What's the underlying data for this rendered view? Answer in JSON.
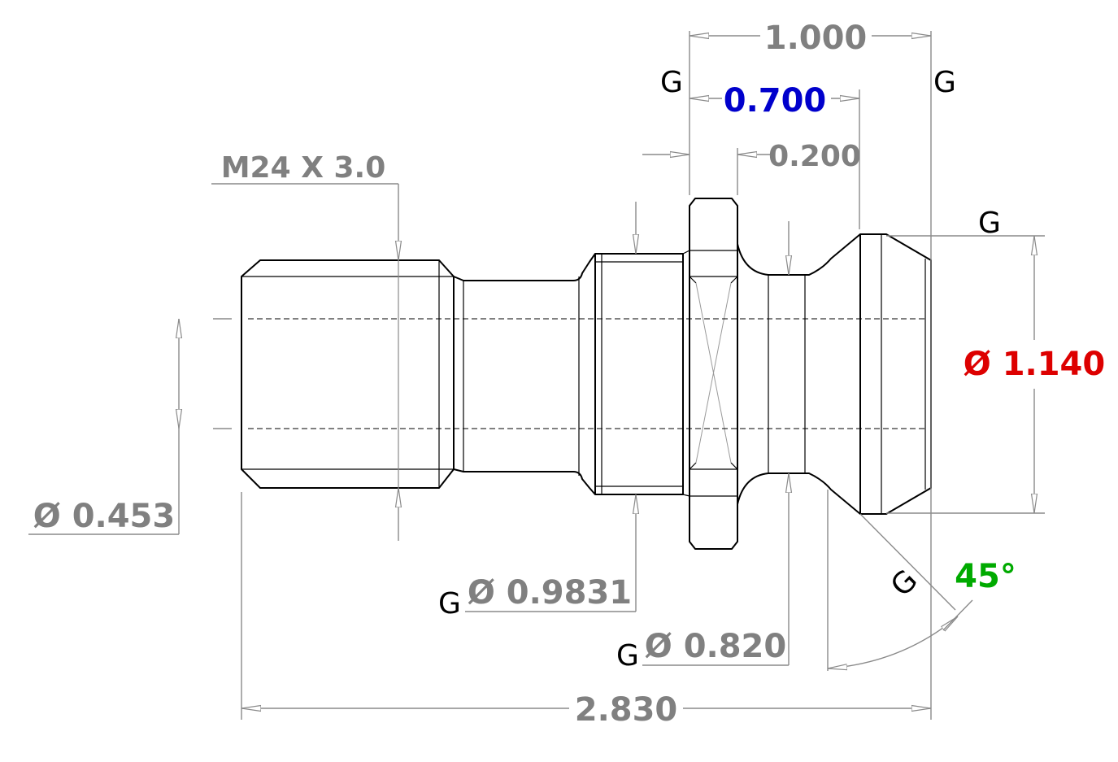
{
  "colors": {
    "dimension": "#808080",
    "outline": "#000000",
    "highlight_blue": "#0000cc",
    "highlight_red": "#dd0000",
    "highlight_green": "#00aa00"
  },
  "dimensions": {
    "overall_length": "2.830",
    "head_span": "1.000",
    "head_span_sub": "0.700",
    "flange_gap": "0.200",
    "thread_spec": "M24 X 3.0",
    "bore_diameter": "Ø 0.453",
    "shoulder_diameter": "Ø 0.9831",
    "neck_diameter": "Ø 0.820",
    "head_diameter": "Ø 1.140",
    "chamfer_angle": "45°"
  },
  "grind_symbols": {
    "head_left": "G",
    "head_right": "G",
    "head_top": "G",
    "chamfer": "G",
    "shoulder": "G",
    "neck": "G"
  }
}
